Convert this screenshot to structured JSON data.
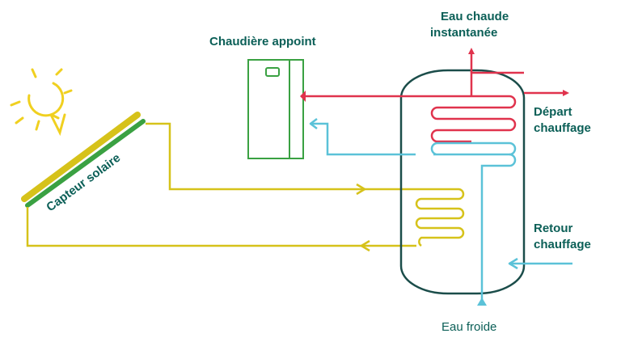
{
  "labels": {
    "chaudiere": "Chaudière appoint",
    "eau_chaude_1": "Eau chaude",
    "eau_chaude_2": "instantanée",
    "depart_1": "Départ",
    "depart_2": "chauffage",
    "retour_1": "Retour",
    "retour_2": "chauffage",
    "eau_froide": "Eau froide",
    "capteur": "Capteur solaire"
  },
  "colors": {
    "text": "#0b5f57",
    "solar_circuit": "#d6c21a",
    "hot_water": "#e0334d",
    "cold_water": "#5bc2d8",
    "boiler": "#3aa142",
    "tank": "#1b4d4a",
    "sun": "#f0d020"
  },
  "icons": [
    "sun-icon",
    "solar-panel-icon",
    "boiler-icon",
    "storage-tank-icon"
  ]
}
